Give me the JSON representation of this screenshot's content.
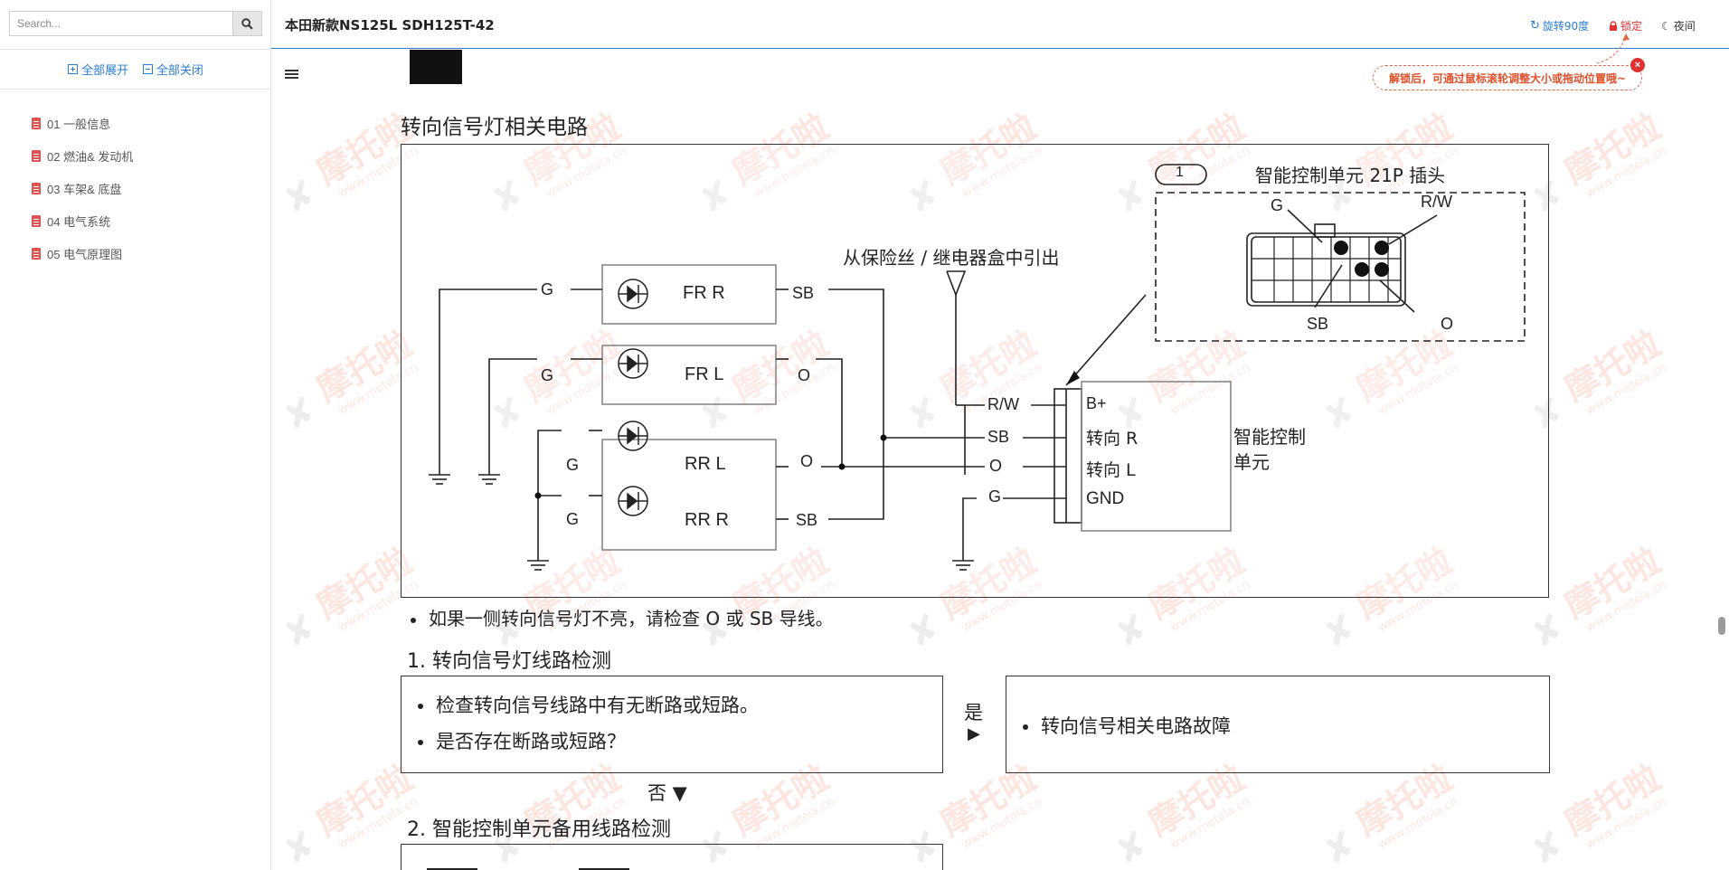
{
  "search": {
    "placeholder": "Search..."
  },
  "sidebar": {
    "expand_all": "全部展开",
    "collapse_all": "全部关闭",
    "items": [
      {
        "label": "01 一般信息"
      },
      {
        "label": "02 燃油& 发动机"
      },
      {
        "label": "03 车架& 底盘"
      },
      {
        "label": "04 电气系统"
      },
      {
        "label": "05 电气原理图"
      }
    ]
  },
  "header": {
    "title": "本田新款NS125L SDH125T-42",
    "rotate_label": "旋转90度",
    "lock_label": "锁定",
    "night_label": "夜间"
  },
  "tip": {
    "text": "解锁后，可通过鼠标滚轮调整大小或拖动位置哦~",
    "close": "×"
  },
  "watermark": {
    "text": "摩托啦",
    "url": "www.motola.cn"
  },
  "doc": {
    "section_title": "转向信号灯相关电路",
    "diagram": {
      "connector_num": "1",
      "connector_title": "智能控制单元 21P 插头",
      "fuse_label": "从保险丝 / 继电器盒中引出",
      "lamps": [
        "FR R",
        "FR L",
        "RR L",
        "RR R"
      ],
      "wire_labels": {
        "g": "G",
        "sb": "SB",
        "o": "O",
        "rw": "R/W"
      },
      "unit_pins": [
        "B+",
        "转向 R",
        "转向 L",
        "GND"
      ],
      "unit_name_1": "智能控制",
      "unit_name_2": "单元"
    },
    "note": "如果一侧转向信号灯不亮，请检查 O 或 SB 导线。",
    "step1": {
      "title": "1. 转向信号灯线路检测",
      "lines": [
        "检查转向信号线路中有无断路或短路。",
        "是否存在断路或短路？"
      ],
      "yes": "是",
      "yes_arrow": "▶",
      "result": "转向信号相关电路故障",
      "no": "否 ▼"
    },
    "step2": {
      "title": "2. 智能控制单元备用线路检测"
    }
  },
  "colors": {
    "accent": "#2a7dd6",
    "lock": "#e03131",
    "watermark": "#f2b0a0"
  }
}
